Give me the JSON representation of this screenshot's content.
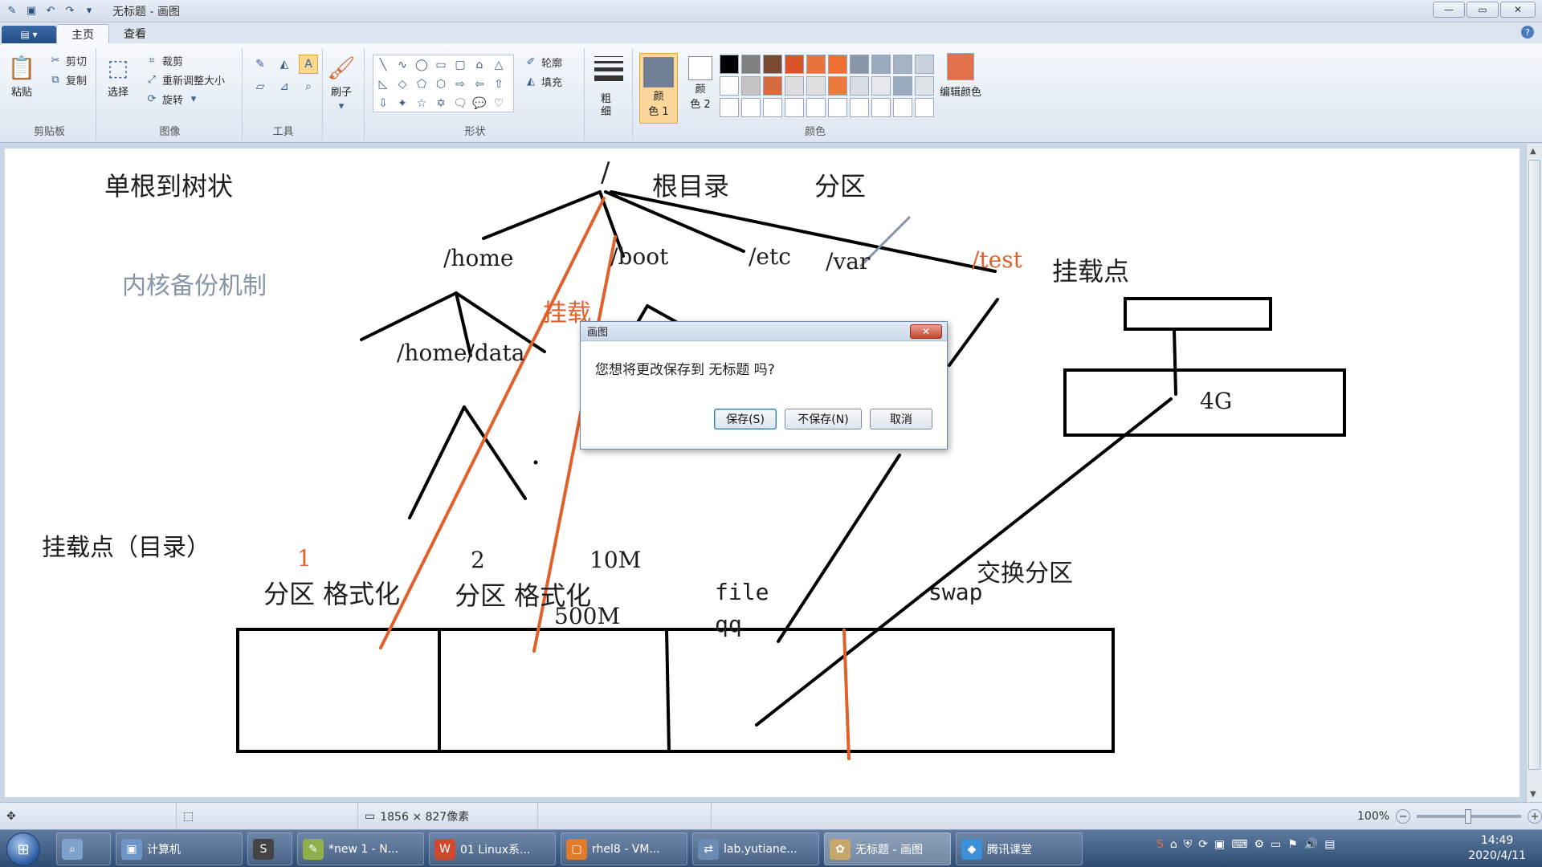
{
  "window": {
    "title": "无标题 - 画图",
    "controls": {
      "minimize": "—",
      "maximize": "▭",
      "close": "✕"
    }
  },
  "ribbon": {
    "file_tab": "▤ ▾",
    "tabs": [
      "主页",
      "查看"
    ],
    "help": "?",
    "clipboard": {
      "paste": "粘贴",
      "cut": "剪切",
      "copy": "复制",
      "label": "剪贴板"
    },
    "image": {
      "select": "选择",
      "crop": "裁剪",
      "resize": "重新调整大小",
      "rotate": "旋转",
      "label": "图像"
    },
    "tools": {
      "label": "工具"
    },
    "brush": {
      "label": "刷子"
    },
    "shapes": {
      "outline": "轮廓",
      "fill": "填充",
      "label": "形状"
    },
    "size": {
      "label": "粗细",
      "label_line1": "粗",
      "label_line2": "细"
    },
    "color1": {
      "line1": "颜",
      "line2": "色 1"
    },
    "color2": {
      "line1": "颜",
      "line2": "色 2"
    },
    "colors": {
      "label": "颜色",
      "edit": "编辑颜色"
    },
    "palette_row1": [
      "#000000",
      "#7f7f7f",
      "#7a4a2e",
      "#d9542a",
      "#e8743b",
      "#ee6f30",
      "#8a97a8",
      "#9aa9bd",
      "#a6b3c3",
      "#c9d2de"
    ],
    "palette_row2": [
      "#ffffff",
      "#c3c3c3",
      "#d86b3d",
      "#dddddd",
      "#e0e0e0",
      "#ec7a3e",
      "#d8dde4",
      "#e5e8ec",
      "#9aa9bd",
      "#dfe3e8"
    ],
    "color1_value": "#6e7f96",
    "color2_value": "#ffffff",
    "edit_color_value": "#e2714a"
  },
  "canvas": {
    "texts": {
      "single_root": "单根到树状",
      "slash": "/",
      "root_dir": "根目录",
      "partition_top": "分区",
      "home": "/home",
      "boot": "/boot",
      "etc": "/etc",
      "var": "/var",
      "test": "/test",
      "mount_point": "挂载点",
      "kernel_backup": "内核备份机制",
      "mount_partial": "挂载",
      "home_data": "/home/data",
      "mount_point_dir": "挂载点（目录）",
      "num1": "1",
      "part_format1": "分区  格式化",
      "num2": "2",
      "size10m": "10M",
      "part_format2": "分区  格式化",
      "size500m": "500M",
      "file": "file",
      "qq": "qq",
      "swap_cn": "交换分区",
      "swap": "swap",
      "disk_4g": "4G"
    },
    "colors": {
      "black": "#000000",
      "orange": "#e2612a",
      "gray_blue": "#8694a6"
    }
  },
  "dialog": {
    "title": "画图",
    "close": "✕",
    "message": "您想将更改保存到 无标题 吗?",
    "save": "保存(S)",
    "dont_save": "不保存(N)",
    "cancel": "取消"
  },
  "statusbar": {
    "dimensions": "1856 × 827像素",
    "zoom": "100%",
    "zoom_minus": "−",
    "zoom_plus": "+"
  },
  "taskbar": {
    "items": [
      {
        "label": "计算机",
        "icon": "computer-icon",
        "color": "#6f95c8"
      },
      {
        "label": "",
        "icon": "sogou-icon",
        "color": "#444"
      },
      {
        "label": "*new 1 - N...",
        "icon": "notepad-icon",
        "color": "#8fb04a"
      },
      {
        "label": "01 Linux系...",
        "icon": "wps-icon",
        "color": "#d0492e"
      },
      {
        "label": "rhel8 - VM...",
        "icon": "vmware-icon",
        "color": "#e07b2a"
      },
      {
        "label": "lab.yutiane...",
        "icon": "remote-icon",
        "color": "#6b8bb5"
      },
      {
        "label": "无标题 - 画图",
        "icon": "paint-icon",
        "color": "#c7a66b"
      },
      {
        "label": "腾讯课堂",
        "icon": "tencent-class-icon",
        "color": "#3d8fd8"
      }
    ],
    "clock_time": "14:49",
    "clock_date": "2020/4/11"
  }
}
